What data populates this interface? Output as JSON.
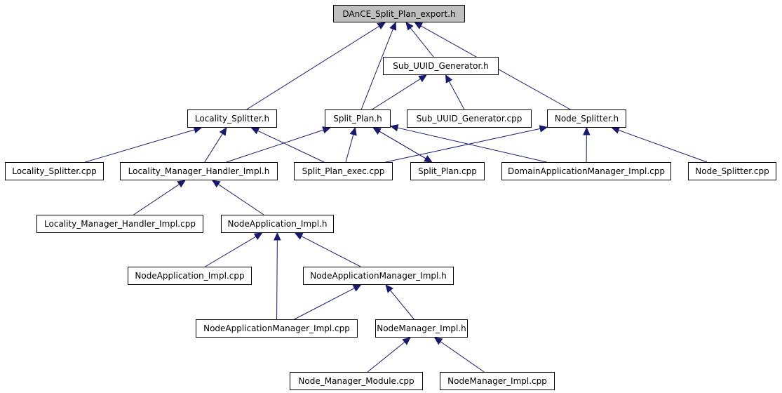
{
  "colors": {
    "edge": "#191970",
    "node_border": "#000000",
    "root_fill": "#bfbfbf",
    "node_fill": "#ffffff"
  },
  "nodes": {
    "root": "DAnCE_Split_Plan_export.h",
    "sub_uuid_h": "Sub_UUID_Generator.h",
    "locality_splitter_h": "Locality_Splitter.h",
    "split_plan_h": "Split_Plan.h",
    "sub_uuid_cpp": "Sub_UUID_Generator.cpp",
    "node_splitter_h": "Node_Splitter.h",
    "locality_splitter_cpp": "Locality_Splitter.cpp",
    "lmh_impl_h": "Locality_Manager_Handler_Impl.h",
    "split_plan_exec_cpp": "Split_Plan_exec.cpp",
    "split_plan_cpp": "Split_Plan.cpp",
    "dam_impl_cpp": "DomainApplicationManager_Impl.cpp",
    "node_splitter_cpp": "Node_Splitter.cpp",
    "lmh_impl_cpp": "Locality_Manager_Handler_Impl.cpp",
    "na_impl_h": "NodeApplication_Impl.h",
    "na_impl_cpp": "NodeApplication_Impl.cpp",
    "nam_impl_h": "NodeApplicationManager_Impl.h",
    "nam_impl_cpp": "NodeApplicationManager_Impl.cpp",
    "nm_impl_h": "NodeManager_Impl.h",
    "nm_module_cpp": "Node_Manager_Module.cpp",
    "nm_impl_cpp": "NodeManager_Impl.cpp"
  },
  "edges": [
    [
      "locality_splitter_h",
      "root"
    ],
    [
      "split_plan_h",
      "root"
    ],
    [
      "sub_uuid_h",
      "root"
    ],
    [
      "node_splitter_h",
      "root"
    ],
    [
      "split_plan_h",
      "sub_uuid_h"
    ],
    [
      "sub_uuid_cpp",
      "sub_uuid_h"
    ],
    [
      "locality_splitter_cpp",
      "locality_splitter_h"
    ],
    [
      "lmh_impl_h",
      "locality_splitter_h"
    ],
    [
      "split_plan_exec_cpp",
      "locality_splitter_h"
    ],
    [
      "lmh_impl_h",
      "split_plan_h"
    ],
    [
      "split_plan_exec_cpp",
      "split_plan_h"
    ],
    [
      "split_plan_cpp",
      "split_plan_h"
    ],
    [
      "dam_impl_cpp",
      "split_plan_h"
    ],
    [
      "split_plan_exec_cpp",
      "node_splitter_h"
    ],
    [
      "dam_impl_cpp",
      "node_splitter_h"
    ],
    [
      "node_splitter_cpp",
      "node_splitter_h"
    ],
    [
      "split_plan_h",
      "split_plan_cpp"
    ],
    [
      "lmh_impl_cpp",
      "lmh_impl_h"
    ],
    [
      "na_impl_h",
      "lmh_impl_h"
    ],
    [
      "na_impl_cpp",
      "na_impl_h"
    ],
    [
      "nam_impl_cpp",
      "na_impl_h"
    ],
    [
      "nam_impl_h",
      "na_impl_h"
    ],
    [
      "nam_impl_cpp",
      "nam_impl_h"
    ],
    [
      "nm_impl_h",
      "nam_impl_h"
    ],
    [
      "nm_module_cpp",
      "nm_impl_h"
    ],
    [
      "nm_impl_cpp",
      "nm_impl_h"
    ]
  ]
}
